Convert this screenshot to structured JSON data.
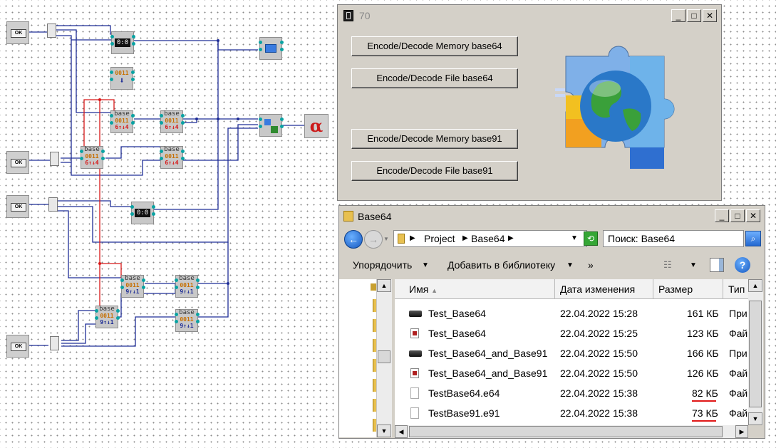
{
  "canvas": {
    "ok_label": "OK",
    "lcd_label": "0:0",
    "base_label": "base",
    "bits_label": "0011",
    "alpha_label": "α",
    "base64_ratio": "6↑↓4",
    "base91_ratio": "9↑↓1",
    "colors": {
      "wire_blue": "#1e2d96",
      "wire_red": "#d81818",
      "pin": "#0aa3a3"
    }
  },
  "window70": {
    "title": "70",
    "buttons": [
      {
        "label": "Encode/Decode Memory base64"
      },
      {
        "label": "Encode/Decode File base64"
      },
      {
        "label": "Encode/Decode Memory base91"
      },
      {
        "label": "Encode/Decode File base91"
      }
    ],
    "minimize": "_",
    "maximize": "□",
    "close": "✕"
  },
  "explorer": {
    "title": "Base64",
    "breadcrumb": [
      "Project",
      "Base64"
    ],
    "search_placeholder": "Поиск: Base64",
    "toolbar": {
      "organize": "Упорядочить",
      "add_library": "Добавить в библиотеку",
      "more": "»"
    },
    "columns": [
      {
        "label": "Имя"
      },
      {
        "label": "Дата изменения"
      },
      {
        "label": "Размер"
      },
      {
        "label": "Тип"
      }
    ],
    "files": [
      {
        "name": "Test_Base64",
        "date": "22.04.2022 15:28",
        "size": "161 КБ",
        "type": "При",
        "icon": "exe-icon"
      },
      {
        "name": "Test_Base64",
        "date": "22.04.2022 15:25",
        "size": "123 КБ",
        "type": "Фай",
        "icon": "document-icon"
      },
      {
        "name": "Test_Base64_and_Base91",
        "date": "22.04.2022 15:50",
        "size": "166 КБ",
        "type": "При",
        "icon": "exe-icon"
      },
      {
        "name": "Test_Base64_and_Base91",
        "date": "22.04.2022 15:50",
        "size": "126 КБ",
        "type": "Фай",
        "icon": "document-icon"
      },
      {
        "name": "TestBase64.e64",
        "date": "22.04.2022 15:38",
        "size": "82 КБ",
        "type": "Фай",
        "icon": "file-icon"
      },
      {
        "name": "TestBase91.e91",
        "date": "22.04.2022 15:38",
        "size": "73 КБ",
        "type": "Фай",
        "icon": "file-icon"
      }
    ],
    "highlight_color": "#e01818"
  }
}
